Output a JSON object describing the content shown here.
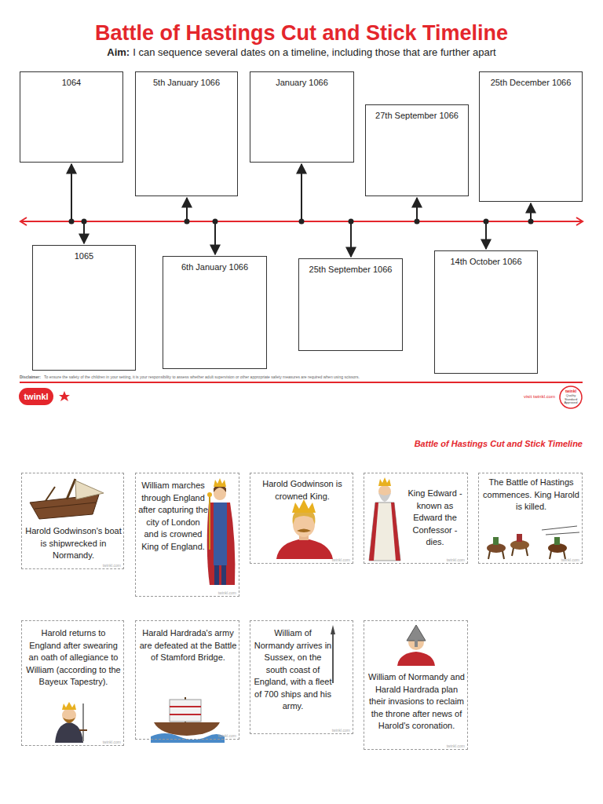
{
  "diagram": {
    "title": "Battle of Hastings Cut and Stick Timeline",
    "nodes": [
      {
        "text": [
          "1064"
        ]
      },
      {
        "text": [
          "5th January 1066"
        ]
      },
      {
        "text": [
          "January 1066"
        ]
      },
      {
        "text": [
          "27th September 1066"
        ]
      },
      {
        "text": [
          "25th December 1066"
        ]
      },
      {
        "text": [
          "1065"
        ]
      },
      {
        "text": [
          "6th January 1066"
        ]
      },
      {
        "text": [
          "25th September 1066"
        ]
      },
      {
        "text": [
          "14th October 1066"
        ]
      },
      {
        "text": [
          "Harold Godwinson's boat is shipwrecked in Normandy."
        ]
      },
      {
        "text": [
          "William marches through England after capturing the city of London and is crowned King of England."
        ]
      },
      {
        "text": [
          "Harold Godwinson is crowned King."
        ]
      },
      {
        "text": [
          "King Edward - known as Edward the Confessor - dies."
        ]
      },
      {
        "text": [
          "The Battle of Hastings commences. King Harold is killed."
        ]
      },
      {
        "text": [
          "Harold returns to England after swearing an oath of allegiance to William (according to the Bayeux Tapestry)."
        ]
      },
      {
        "text": [
          "Harald Hardrada's army are defeated at the Battle of Stamford Bridge."
        ]
      },
      {
        "text": [
          "William of Normandy arrives in Sussex, on the south coast of England, with a fleet of 700 ships and his army."
        ]
      },
      {
        "text": [
          "William of Normandy and Harald Hardrada plan their invasions to reclaim the throne after news of Harold's coronation."
        ]
      }
    ],
    "labels": [
      "Aim:",
      "I can sequence several dates on a timeline, including those that are further apart",
      "Disclaimer:",
      "To ensure the safety of the children in your setting, it is your responsibility to assess whether adult supervision or other appropriate safety measures are required when using scissors.",
      "twinkl",
      "visit twinkl.com",
      "twinkl",
      "Quality Standard Approved",
      "Battle of Hastings Cut and Stick Timeline",
      "twinkl.com",
      "twinkl.com",
      "twinkl.com",
      "twinkl.com",
      "twinkl.com",
      "twinkl.com",
      "twinkl.com",
      "twinkl.com",
      "twinkl.com"
    ]
  }
}
